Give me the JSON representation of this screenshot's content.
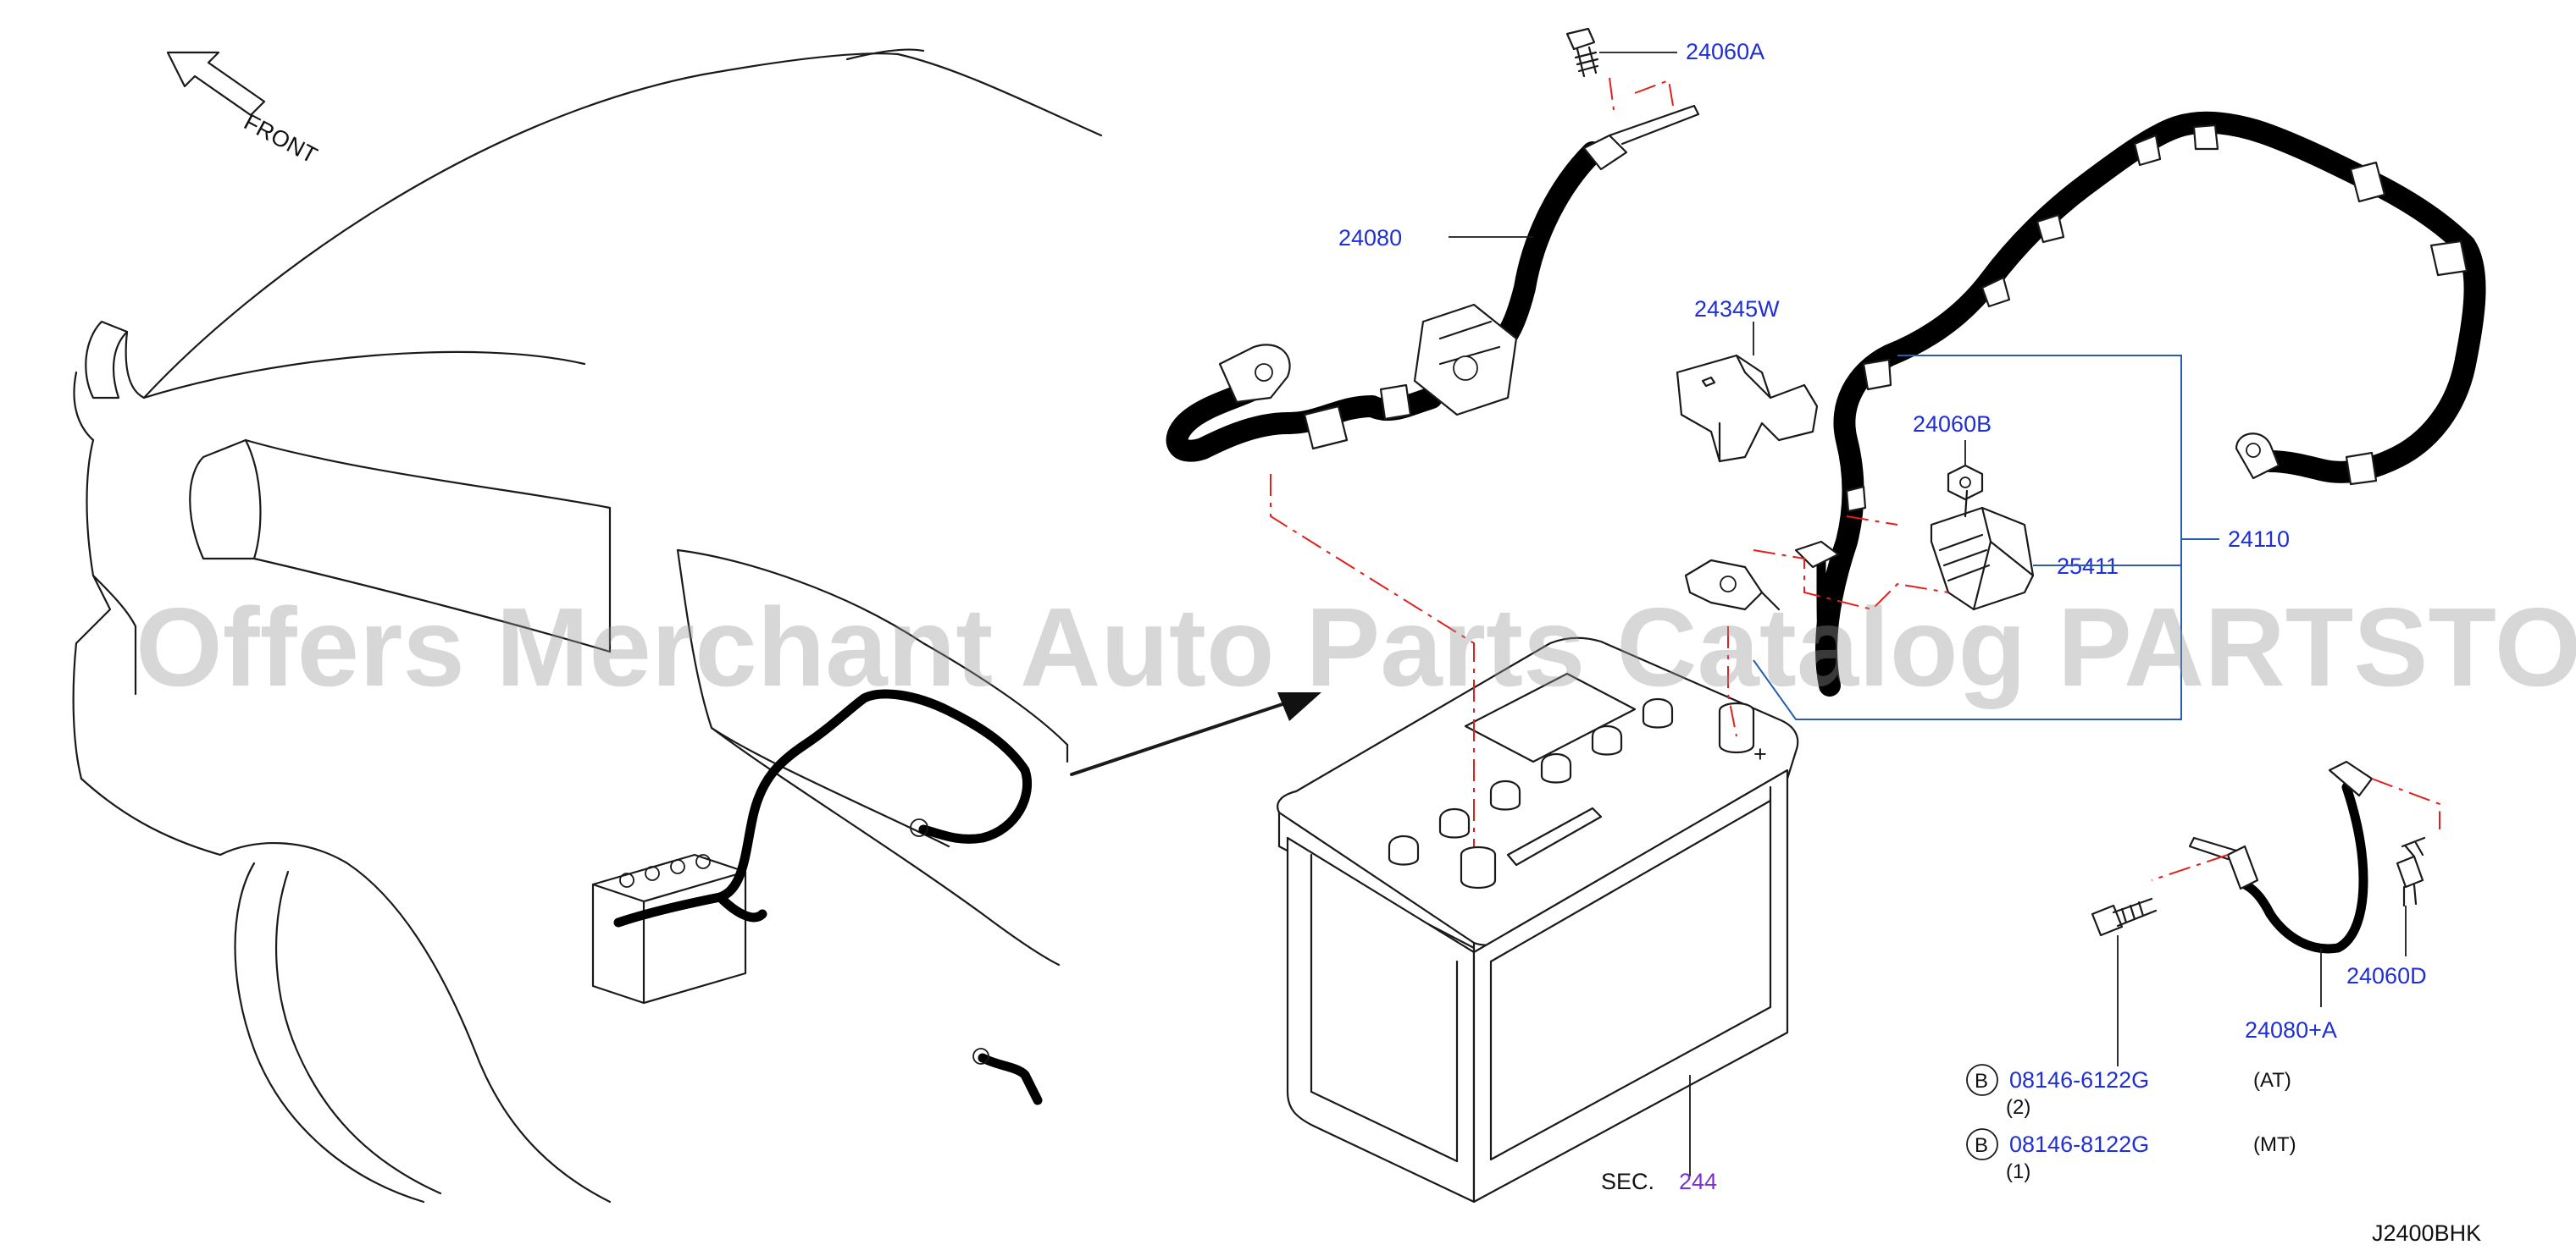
{
  "labels": {
    "front": "FRONT",
    "p_24060A": "24060A",
    "p_24080": "24080",
    "p_24345W": "24345W",
    "p_24060B": "24060B",
    "p_25411": "25411",
    "p_24110": "24110",
    "p_24060D": "24060D",
    "p_24080A": "24080+A",
    "bolt1_code": "08146-6122G",
    "bolt1_qty": "(2)",
    "bolt1_note": "(AT)",
    "bolt2_code": "08146-8122G",
    "bolt2_qty": "(1)",
    "bolt2_note": "(MT)",
    "b_marker": "B",
    "sec_prefix": "SEC.",
    "sec_num": "244",
    "plus": "+",
    "diagram_id": "J2400BHK"
  },
  "watermark": "Offers Merchant Auto Parts Catalog PARTSTORE.SA",
  "colors": {
    "part_number": "#1f2fd6",
    "section_ref": "#7b2fd6",
    "leader_blue": "#2a5db0",
    "dash_red": "#e0201c",
    "watermark": "#969696"
  }
}
